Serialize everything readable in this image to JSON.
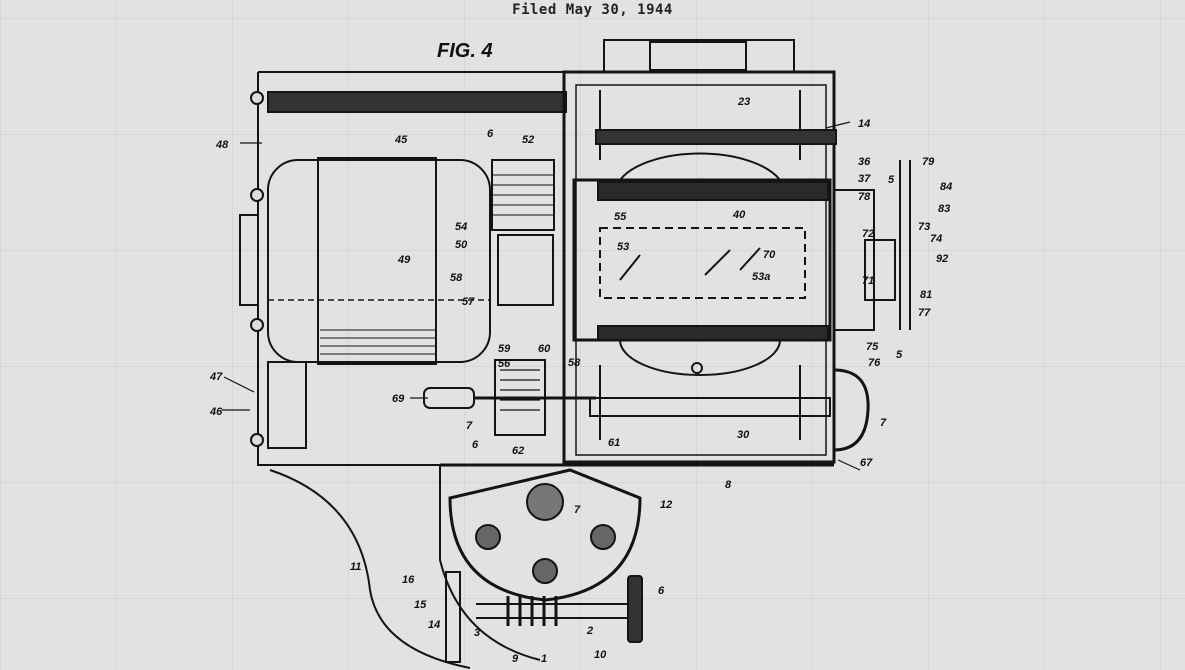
{
  "header": {
    "filed": "Filed May 30, 1944"
  },
  "figure": {
    "title": "FIG. 4",
    "refs": {
      "r48": "48",
      "r45": "45",
      "r6a": "6",
      "r52": "52",
      "r23": "23",
      "r14": "14",
      "r36": "36",
      "r37": "37",
      "r79": "79",
      "r78": "78",
      "r84": "84",
      "r83": "83",
      "r55": "55",
      "r40": "40",
      "r54": "54",
      "r50": "50",
      "r53": "53",
      "r73": "73",
      "r72": "72",
      "r74": "74",
      "r49": "49",
      "r70": "70",
      "r92": "92",
      "r53a": "53a",
      "r71": "71",
      "r58": "58",
      "r81": "81",
      "r57": "57",
      "r77": "77",
      "r75": "75",
      "r5a": "5",
      "r76": "76",
      "r5b": "5",
      "r59": "59",
      "r56": "56",
      "r60": "60",
      "r47": "47",
      "r46": "46",
      "r69": "69",
      "r7a": "7",
      "r7b": "7",
      "r30": "30",
      "r61": "61",
      "r62": "62",
      "r6b": "6",
      "r67": "67",
      "r8": "8",
      "r7c": "7",
      "r12": "12",
      "r11": "11",
      "r16": "16",
      "r15": "15",
      "r14b": "14",
      "r6c": "6",
      "r3": "3",
      "r2": "2",
      "r9": "9",
      "r1": "1",
      "r10": "10"
    }
  }
}
